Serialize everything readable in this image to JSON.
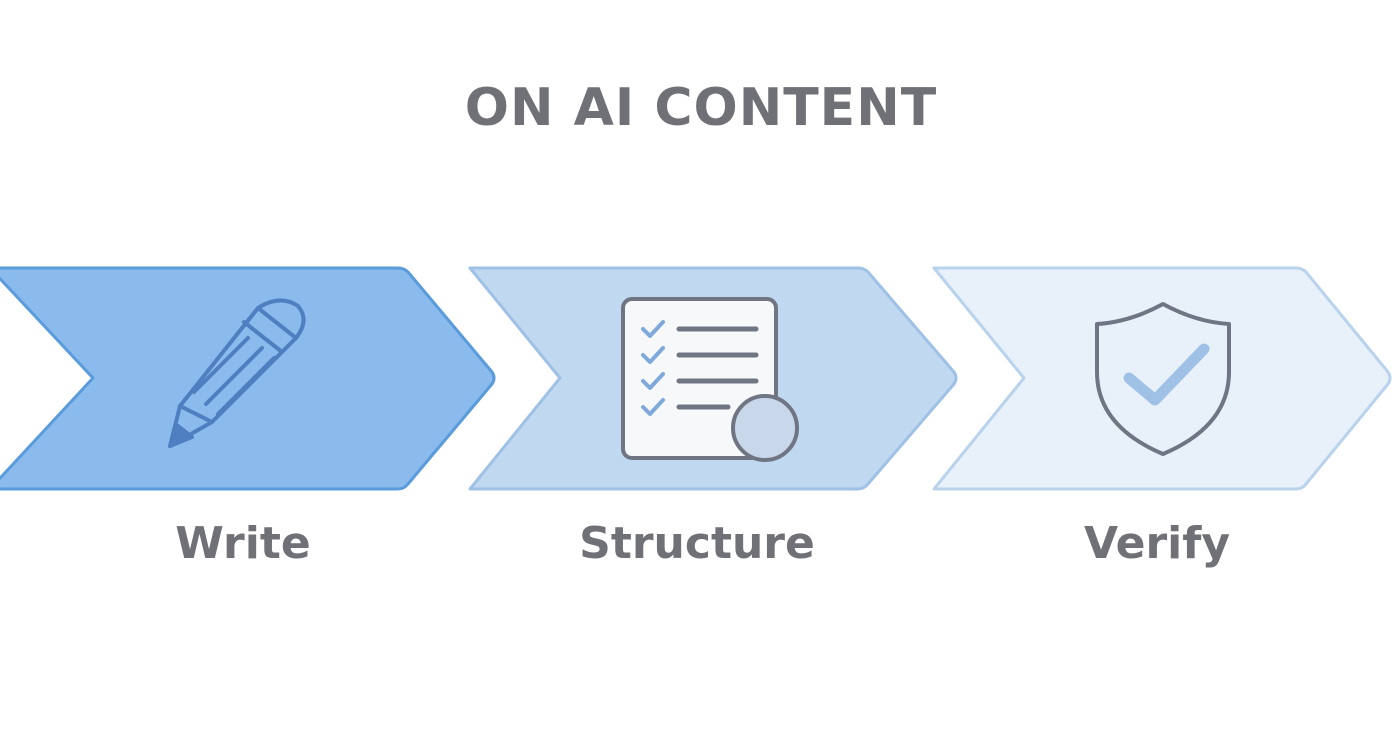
{
  "title": "ON AI CONTENT",
  "steps": [
    {
      "label": "Write",
      "icon": "pencil-icon",
      "fill": "#8bbbec",
      "stroke": "#5a9bdc"
    },
    {
      "label": "Structure",
      "icon": "checklist-icon",
      "fill": "#c0d8f0",
      "stroke": "#9fc1e6"
    },
    {
      "label": "Verify",
      "icon": "shield-check-icon",
      "fill": "#e8f1fa",
      "stroke": "#b9d3ec"
    }
  ],
  "colors": {
    "text": "#707176",
    "icon_stroke": "#707583",
    "icon_accent": "#7fa9db"
  }
}
